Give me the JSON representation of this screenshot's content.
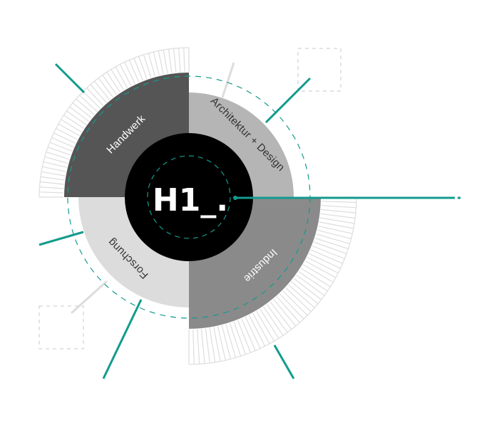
{
  "diagram": {
    "logo": {
      "text": "H1_."
    },
    "segments": [
      {
        "id": "handwerk",
        "label": "Handwerk",
        "color": "#555555",
        "text_color": "#ffffff"
      },
      {
        "id": "architektur",
        "label": "Architektur + Design",
        "color": "#b5b5b5",
        "text_color": "#333333"
      },
      {
        "id": "industrie",
        "label": "Industrie",
        "color": "#8a8a8a",
        "text_color": "#ffffff"
      },
      {
        "id": "forschung",
        "label": "Forschung",
        "color": "#dcdcdc",
        "text_color": "#333333"
      }
    ],
    "colors": {
      "accent": "#139b8d",
      "core": "#000000",
      "faint_line": "#dddddd",
      "dashed_box": "#dcdcdc",
      "comb": "#dddddd"
    }
  }
}
